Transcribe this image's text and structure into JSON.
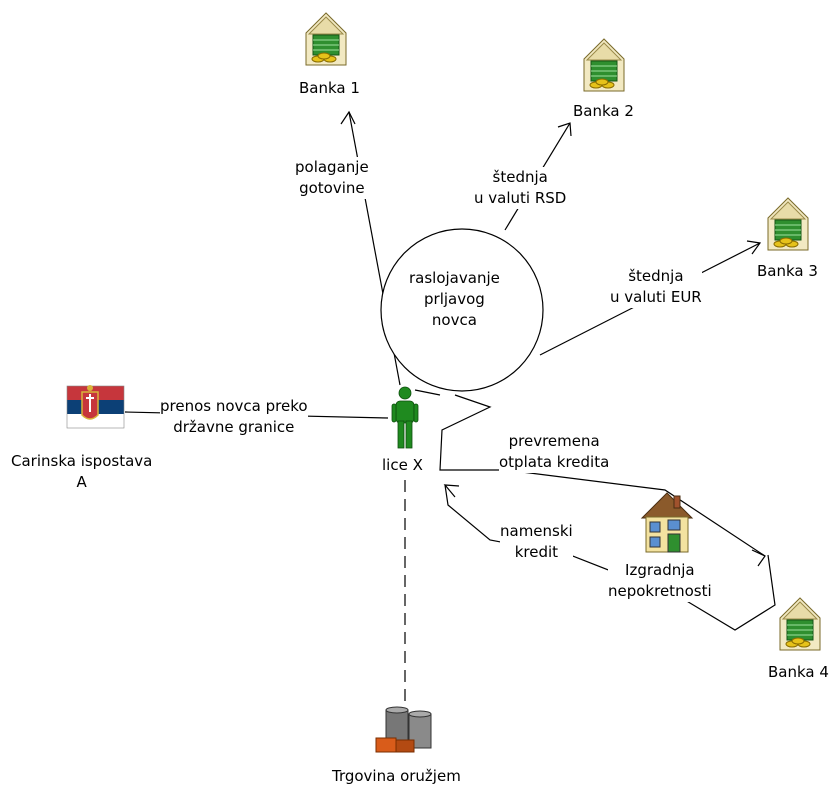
{
  "nodes": {
    "banka1": "Banka 1",
    "banka2": "Banka 2",
    "banka3": "Banka 3",
    "banka4": "Banka 4",
    "lice": "lice X",
    "carinska": "Carinska ispostava\nA",
    "trgovina": "Trgovina oružjem",
    "izgradnja": "Izgradnja\nnepokretnosti",
    "raslojavanje": "raslojavanje\nprljavog\nnovca"
  },
  "edges": {
    "polaganje": "polaganje\ngotovine",
    "stednja_rsd": "štednja\nu valuti RSD",
    "stednja_eur": "štednja\nu valuti EUR",
    "prenos": "prenos novca preko\ndržavne granice",
    "prevremena": "prevremena\notplata kredita",
    "namenski": "namenski\nkredit"
  },
  "icons": {
    "bank": "bank-icon",
    "person": "person-icon",
    "flag": "serbia-flag-icon",
    "house": "house-icon",
    "weapons": "weapons-trade-icon"
  },
  "colors": {
    "person_green": "#1f8a1f",
    "bank_roof": "#e8dca8",
    "bank_green": "#2f8f2f",
    "coin": "#e6c21a",
    "flag_red": "#c6363c",
    "flag_blue": "#0c4076",
    "house_roof": "#8b5a2b",
    "house_wall": "#f3e2a0"
  }
}
